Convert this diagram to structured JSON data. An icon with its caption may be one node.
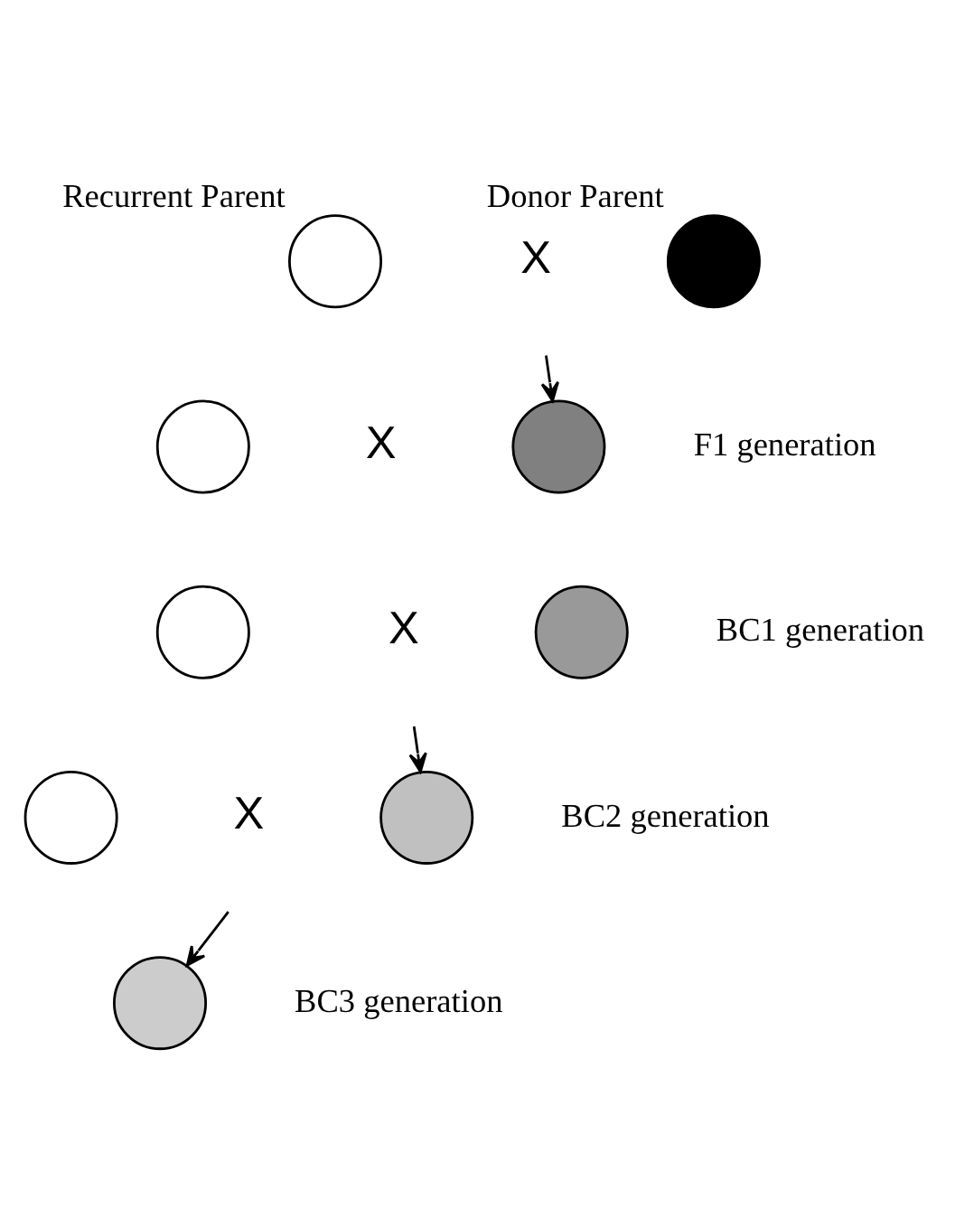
{
  "diagram": {
    "nodes": [
      {
        "text": [
          "Recurrent Parent"
        ]
      },
      {
        "text": [
          "Donor Parent"
        ]
      },
      {
        "text": [],
        "shape": "circle"
      },
      {
        "text": [],
        "shape": "circle",
        "beside": [
          "F1 generation"
        ]
      },
      {
        "text": [],
        "shape": "circle"
      },
      {
        "text": [],
        "shape": "circle",
        "beside": [
          "BC1 generation"
        ]
      },
      {
        "text": [],
        "shape": "circle"
      },
      {
        "text": [],
        "shape": "circle",
        "beside": [
          "BC2 generation"
        ]
      },
      {
        "text": [],
        "shape": "circle",
        "beside": [
          "BC3 generation"
        ]
      }
    ],
    "edges": [
      {
        "from": null,
        "to": 3,
        "arrow": "to"
      },
      {
        "from": null,
        "to": 7,
        "arrow": "to"
      },
      {
        "from": null,
        "to": 8,
        "arrow": "to"
      }
    ],
    "labels": [
      "X",
      "X",
      "X",
      "X"
    ]
  }
}
